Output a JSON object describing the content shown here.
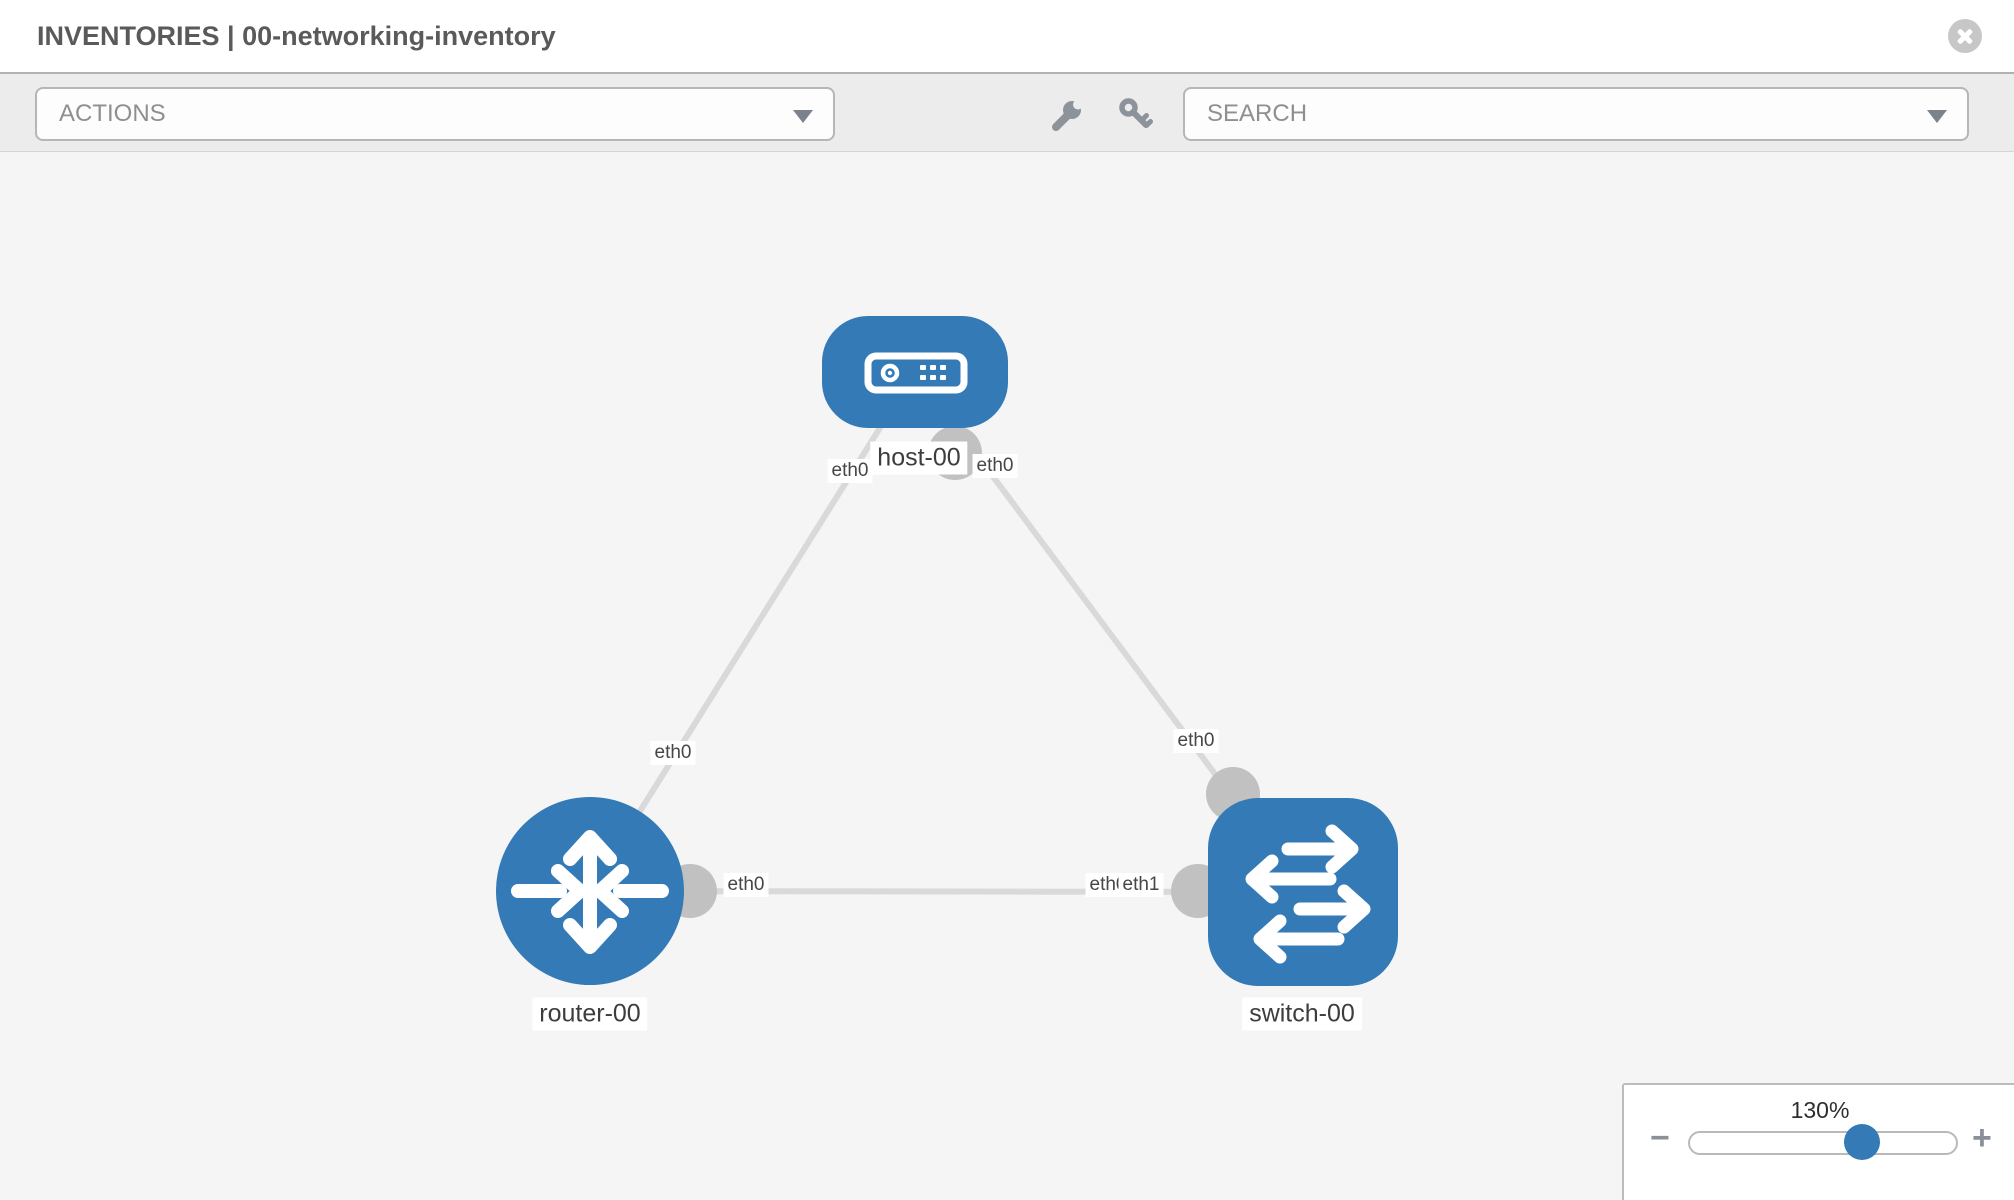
{
  "header": {
    "title": "INVENTORIES | 00-networking-inventory"
  },
  "toolbar": {
    "actions_label": "ACTIONS",
    "search_placeholder": "SEARCH"
  },
  "topology": {
    "nodes": [
      {
        "label": "host-00",
        "type": "host"
      },
      {
        "label": "router-00",
        "type": "router"
      },
      {
        "label": "switch-00",
        "type": "switch"
      }
    ],
    "links": [
      {
        "from": "host-00",
        "from_iface": "eth0",
        "to": "router-00",
        "to_iface": "eth0"
      },
      {
        "from": "host-00",
        "from_iface": "eth0",
        "to": "switch-00",
        "to_iface": "eth0"
      },
      {
        "from": "router-00",
        "from_iface": "eth0",
        "to": "switch-00",
        "to_iface": "eth1",
        "to_iface_overlapped": "eth0"
      }
    ]
  },
  "zoom_control": {
    "level": "130%",
    "minus_glyph": "−",
    "plus_glyph": "+"
  },
  "icons": {
    "header_close": "close-icon",
    "toolbar_wrench": "wrench-icon",
    "toolbar_key": "key-icon",
    "dropdown_caret": "caret-down-icon",
    "host_glyph": "server-icon",
    "router_glyph": "router-arrows-icon",
    "switch_glyph": "switch-arrows-icon"
  },
  "colors": {
    "node_blue": "#337ab7",
    "link_gray": "#d9d9d9",
    "interface_gray": "#c1c1c1",
    "canvas_bg": "#f5f5f5",
    "toolbar_bg": "#ececec"
  }
}
